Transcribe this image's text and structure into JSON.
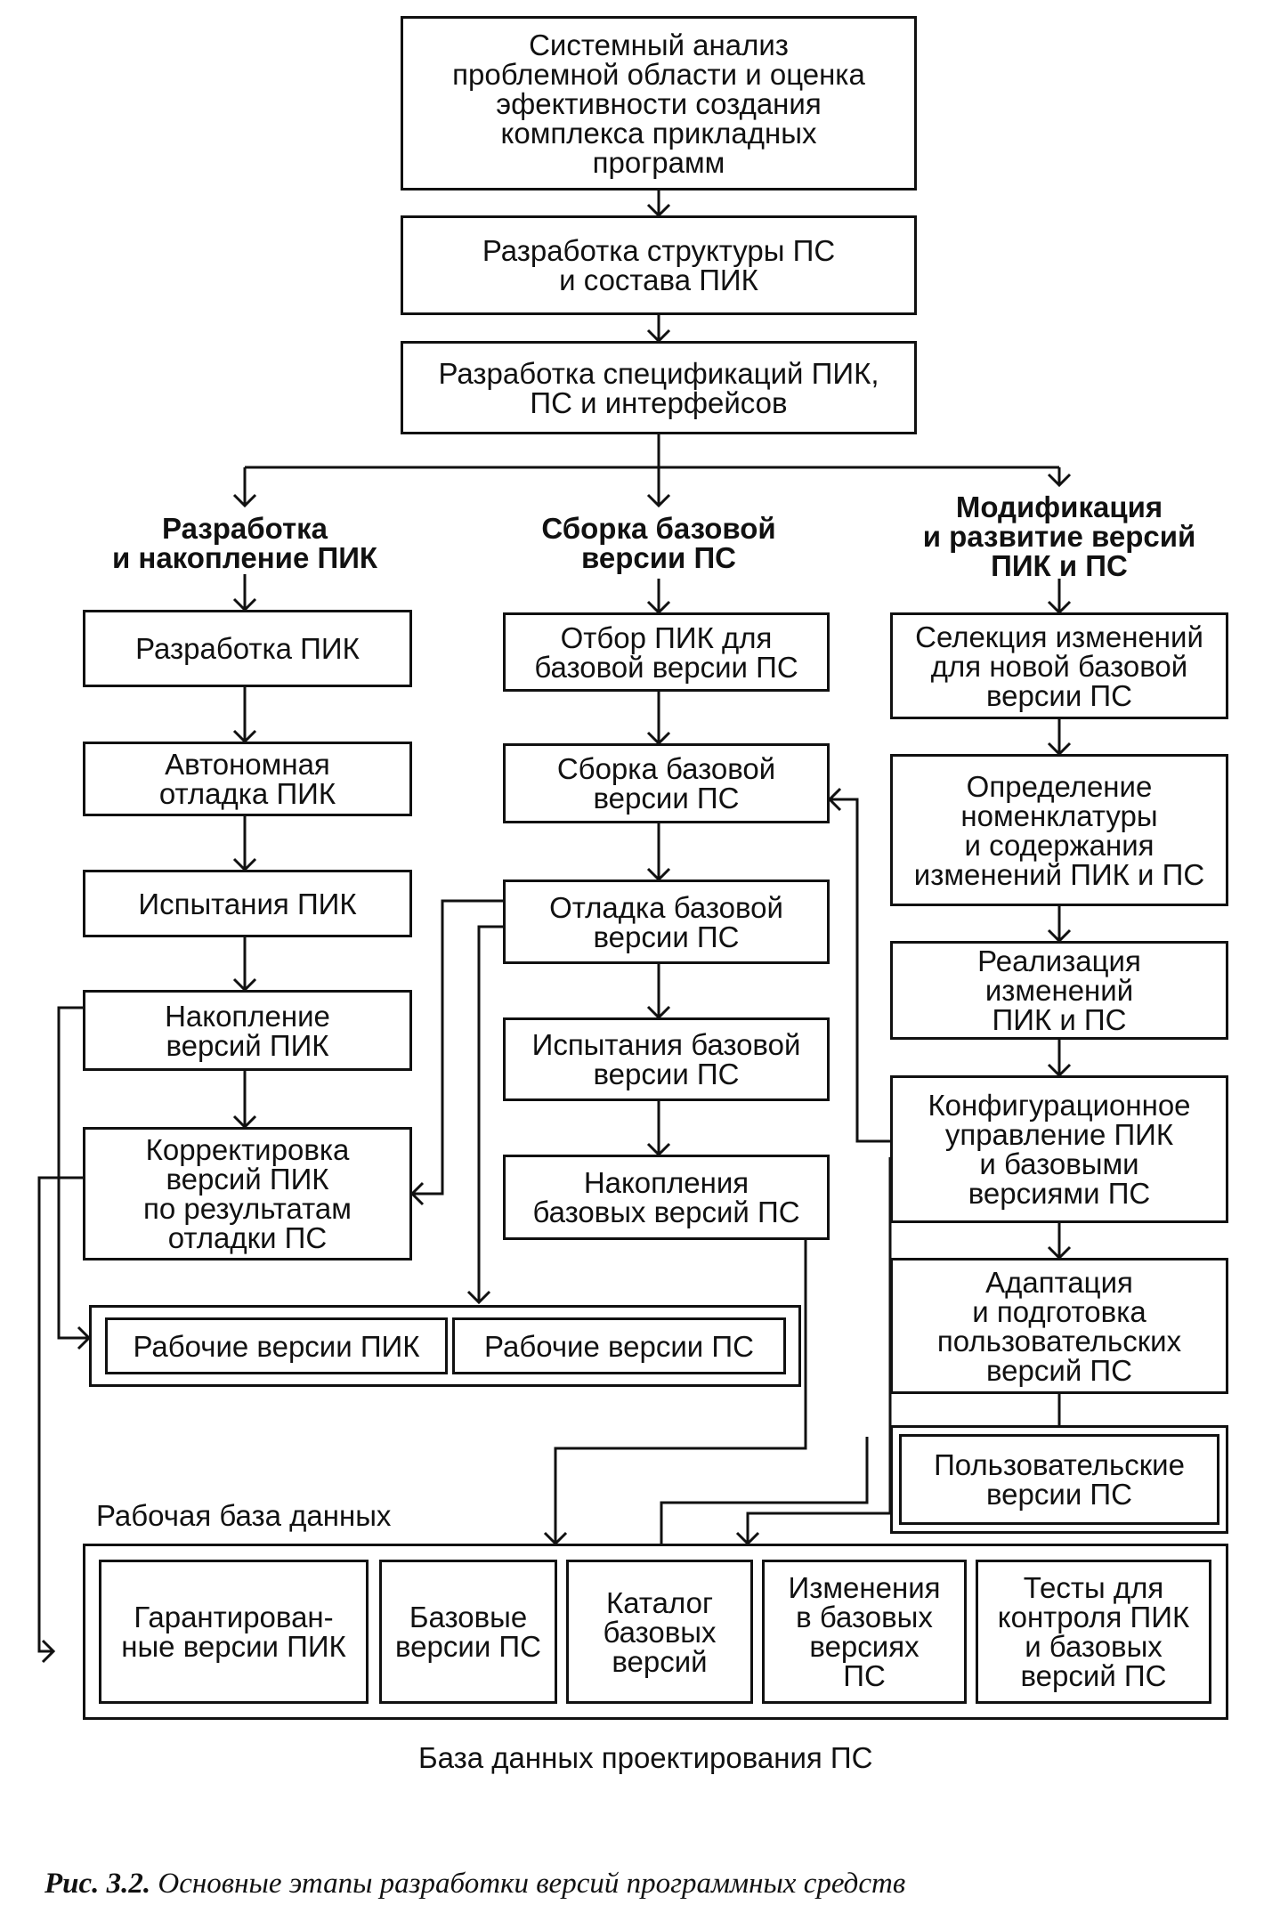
{
  "stages": {
    "analysis": "Системный анализ\nпроблемной области и оценка\nэфективности создания\nкомплекса прикладных\nпрограмм",
    "structure": "Разработка структуры ПС\nи состава ПИК",
    "specs": "Разработка спецификаций ПИК,\nПС и интерфейсов"
  },
  "branches": {
    "left": {
      "heading": "Разработка\nи накопление ПИК",
      "steps": [
        "Разработка ПИК",
        "Автономная\nотладка ПИК",
        "Испытания ПИК",
        "Накопление\nверсий ПИК",
        "Корректировка\nверсий ПИК\nпо результатам\nотладки ПС"
      ]
    },
    "center": {
      "heading": "Сборка базовой\nверсии ПС",
      "steps": [
        "Отбор ПИК для\nбазовой версии ПС",
        "Сборка базовой\nверсии ПС",
        "Отладка базовой\nверсии ПС",
        "Испытания базовой\nверсии ПС",
        "Накопления\nбазовых версий ПС"
      ]
    },
    "right": {
      "heading": "Модификация\nи развитие версий\nПИК и ПС",
      "steps": [
        "Селекция изменений\nдля новой базовой\nверсии ПС",
        "Определение\nноменклатуры\nи содержания\nизменений ПИК и ПС",
        "Реализация\nизменений\nПИК и ПС",
        "Конфигурационное\nуправление ПИК\nи базовыми\nверсиями ПС",
        "Адаптация\nи подготовка\nпользовательских\nверсий ПС"
      ]
    }
  },
  "working_versions": {
    "pik": "Рабочие версии ПИК",
    "ps": "Рабочие версии ПС"
  },
  "user_versions": "Пользовательские\nверсии ПС",
  "working_db": {
    "label": "Рабочая база данных",
    "cells": [
      "Гарантирован-\nные версии ПИК",
      "Базовые\nверсии ПС",
      "Каталог\nбазовых\nверсий",
      "Изменения\nв базовых\nверсиях\nПС",
      "Тесты для\nконтроля ПИК\nи базовых\nверсий ПС"
    ]
  },
  "design_db_label": "База данных проектирования ПС",
  "caption": {
    "prefix": "Рис. 3.2.",
    "text": "Основные этапы разработки версий программных средств"
  }
}
